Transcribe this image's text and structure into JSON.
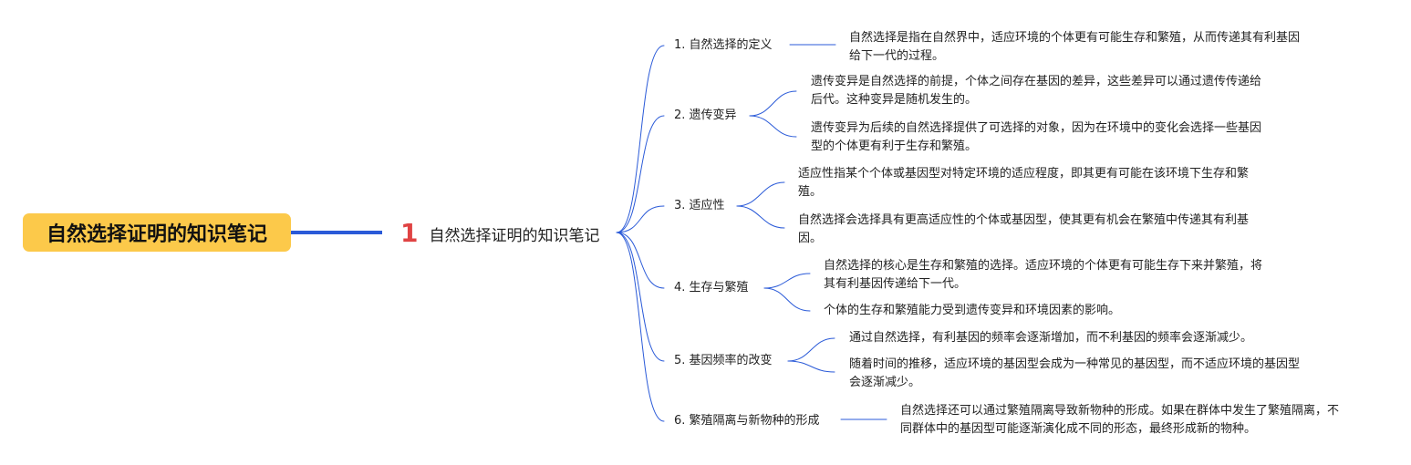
{
  "root": {
    "title": "自然选择证明的知识笔记"
  },
  "subtopic": {
    "number": "1",
    "title": "自然选择证明的知识笔记"
  },
  "branches": [
    {
      "label": "1. 自然选择的定义",
      "details": [
        "自然选择是指在自然界中，适应环境的个体更有可能生存和繁殖，从而传递其有利基因给下一代的过程。"
      ]
    },
    {
      "label": "2. 遗传变异",
      "details": [
        "遗传变异是自然选择的前提，个体之间存在基因的差异，这些差异可以通过遗传传递给后代。这种变异是随机发生的。",
        "遗传变异为后续的自然选择提供了可选择的对象，因为在环境中的变化会选择一些基因型的个体更有利于生存和繁殖。"
      ]
    },
    {
      "label": "3. 适应性",
      "details": [
        "适应性指某个个体或基因型对特定环境的适应程度，即其更有可能在该环境下生存和繁殖。",
        "自然选择会选择具有更高适应性的个体或基因型，使其更有机会在繁殖中传递其有利基因。"
      ]
    },
    {
      "label": "4. 生存与繁殖",
      "details": [
        "自然选择的核心是生存和繁殖的选择。适应环境的个体更有可能生存下来并繁殖，将其有利基因传递给下一代。",
        "个体的生存和繁殖能力受到遗传变异和环境因素的影响。"
      ]
    },
    {
      "label": "5. 基因频率的改变",
      "details": [
        "通过自然选择，有利基因的频率会逐渐增加，而不利基因的频率会逐渐减少。",
        "随着时间的推移，适应环境的基因型会成为一种常见的基因型，而不适应环境的基因型会逐渐减少。"
      ]
    },
    {
      "label": "6. 繁殖隔离与新物种的形成",
      "details": [
        "自然选择还可以通过繁殖隔离导致新物种的形成。如果在群体中发生了繁殖隔离，不同群体中的基因型可能逐渐演化成不同的形态，最终形成新的物种。"
      ]
    }
  ],
  "colors": {
    "root_fill": "#fcc94a",
    "root_link": "#2a5ad8",
    "line": "#2a5ad8",
    "number": "#e04343"
  }
}
